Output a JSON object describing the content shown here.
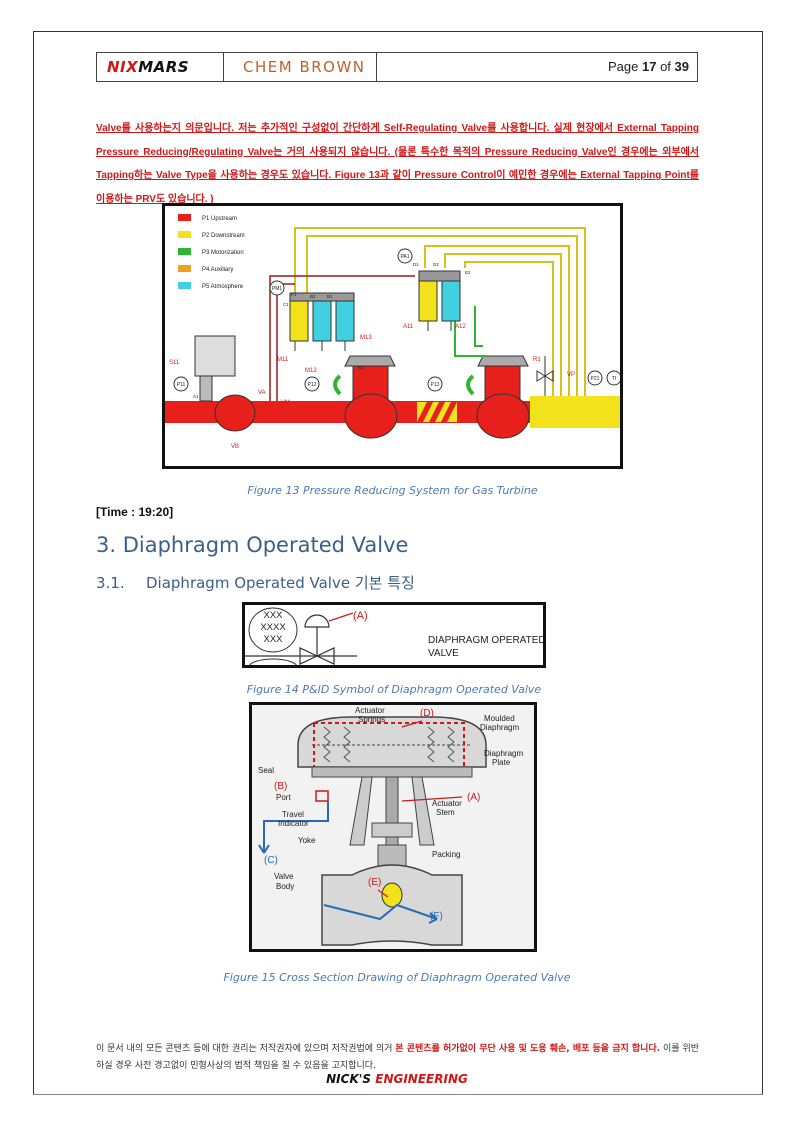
{
  "header": {
    "logo_nix": "NIX",
    "logo_mars": "MARS",
    "logo_chem": "CHEM BROWN",
    "page_label": "Page",
    "page_current": "17",
    "page_of": "of",
    "page_total": "39"
  },
  "paragraph": {
    "seg1": "Valve를 사용하는지 의문입니다. 저는 추가적인 구성없이 간단하게 Self-Regulating Valve를 사용합니다. 실제 현장에서 External Tapping Pressure Reducing/Regulating Valve는 거의 사용되지 않습니다.",
    "seg2": " (물론 특수한 목적의 Pressure Reducing Valve인 경우에는 외부에서 Tapping하는 Valve Type을 사용하는 경우도 있습니다. Figure 13과 같이 Pressure Control이 예민한 경우에는 External Tapping Point를 이용하는 PRV도 있습니다. )"
  },
  "figure13": {
    "legend": [
      "P1 Upstream",
      "P2 Downstream",
      "P3 Motorization",
      "P4 Auxiliary",
      "P5 Atmosphere"
    ],
    "legend_colors": [
      "#e8201c",
      "#f2e21b",
      "#2fb531",
      "#f0a020",
      "#40d0e0"
    ],
    "labels": {
      "pa1": "PA1",
      "pm1": "PM1",
      "s11": "S11",
      "p11": "P11",
      "p12": "P12",
      "p13": "P13",
      "p21": "P21",
      "tt": "TI",
      "a11": "A11",
      "a12": "A12",
      "m11": "M11",
      "m12": "M12",
      "m13": "M13",
      "r1": "R1",
      "vp": "VP",
      "va": "VA",
      "vm": "VM",
      "vb": "VB",
      "a1": "A1",
      "b3": "B3",
      "d1": "D1",
      "d2": "D2",
      "p1": "P1",
      "c1": "C1",
      "b2": "B2",
      "b1": "B1",
      "e2": "E2"
    },
    "caption": "Figure 13 Pressure Reducing System for Gas Turbine"
  },
  "time_note": "[Time : 19:20]",
  "section": {
    "h1": "3. Diaphragm Operated Valve",
    "h2_num": "3.1.",
    "h2_text": "Diaphragm Operated Valve 기본 특징"
  },
  "figure14": {
    "tag1": "XXX",
    "tag2": "XXXX",
    "tag3": "XXX",
    "callout": "(A)",
    "title1": "DIAPHRAGM OPERATED",
    "title2": "VALVE",
    "caption": "Figure 14 P&ID Symbol of Diaphragm Operated Valve"
  },
  "figure15": {
    "labels": {
      "actuator": "Actuator",
      "springs": "Springs",
      "moulded": "Moulded",
      "diaphragm": "Diaphragm",
      "diaphragm2": "Diaphragm",
      "plate": "Plate",
      "seal": "Seal",
      "port": "Port",
      "travel": "Travel",
      "indicator": "Indicator",
      "actuator2": "Actuator",
      "stem": "Stem",
      "yoke": "Yoke",
      "packing": "Packing",
      "valve": "Valve",
      "body": "Body"
    },
    "callouts": {
      "a": "(A)",
      "b": "(B)",
      "c": "(C)",
      "d": "(D)",
      "e": "(E)",
      "f": "(F)"
    },
    "caption": "Figure 15 Cross Section Drawing of Diaphragm Operated Valve"
  },
  "footer": {
    "text1": "이 문서 내의 모든 콘텐츠 등에 대한 권리는 저작권자에 있으며 저작권법에 의거 ",
    "text_red": "본 콘텐츠를 허가없이 무단 사용 및 도용 훼손, 배포 등을 금지 합니다.",
    "text2": " 이를 위반 하실 경우 사전 경고없이 민형사상의 법적 책임을 질 수 있음을 고지합니다.",
    "brand_nick": "NICK'S ",
    "brand_eng": "ENGINEERING"
  }
}
